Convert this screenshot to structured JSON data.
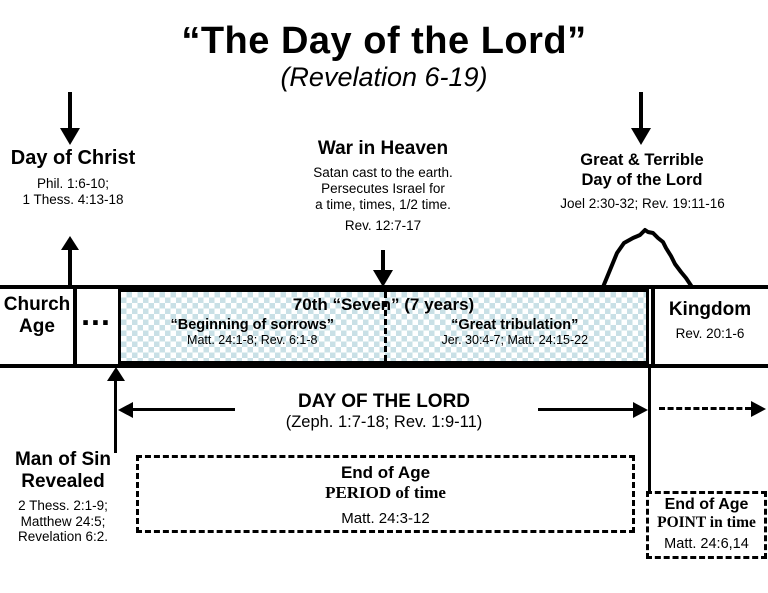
{
  "title": {
    "main": "“The Day of the Lord”",
    "subtitle": "(Revelation 6-19)"
  },
  "callouts": {
    "day_of_christ": {
      "heading": "Day of Christ",
      "refs": [
        "Phil. 1:6-10;",
        "1 Thess. 4:13-18"
      ]
    },
    "war_in_heaven": {
      "heading": "War in Heaven",
      "body": [
        "Satan cast to the earth.",
        "Persecutes Israel for",
        "a time, times, 1/2 time."
      ],
      "ref": "Rev. 12:7-17"
    },
    "great_terrible": {
      "heading_line1": "Great & Terrible",
      "heading_line2": "Day of the Lord",
      "ref": "Joel 2:30-32; Rev. 19:11-16"
    }
  },
  "timeline": {
    "church_age": {
      "line1": "Church",
      "line2": "Age"
    },
    "ellipsis": "...",
    "seventieth_week": {
      "title": "70th “Seven” (7 years)",
      "first_half": {
        "label": "“Beginning of sorrows”",
        "refs": "Matt. 24:1-8; Rev. 6:1-8"
      },
      "second_half": {
        "label": "“Great tribulation”",
        "refs": "Jer. 30:4-7; Matt. 24:15-22"
      }
    },
    "kingdom": {
      "label": "Kingdom",
      "ref": "Rev. 20:1-6"
    }
  },
  "day_of_the_lord": {
    "heading": "DAY OF THE LORD",
    "refs": "(Zeph. 1:7-18; Rev. 1:9-11)"
  },
  "man_of_sin": {
    "heading_line1": "Man of Sin",
    "heading_line2": "Revealed",
    "refs": [
      "2 Thess. 2:1-9;",
      "Matthew 24:5;",
      "Revelation 6:2."
    ]
  },
  "end_of_age_period": {
    "title": "End of Age",
    "subtitle": "PERIOD of time",
    "ref": "Matt. 24:3-12"
  },
  "end_of_age_point": {
    "title": "End of Age",
    "subtitle": "POINT in time",
    "ref": "Matt. 24:6,14"
  },
  "colors": {
    "band_fill": "#c9e0e6",
    "line": "#000000",
    "background": "#ffffff"
  }
}
